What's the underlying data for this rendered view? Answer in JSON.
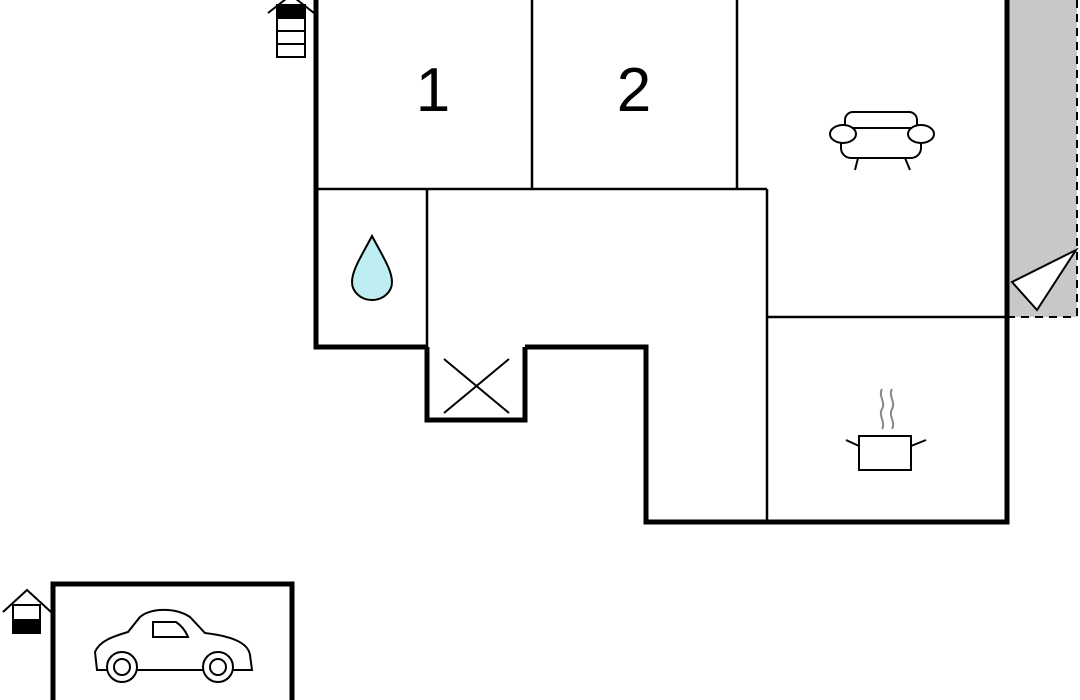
{
  "floorplan": {
    "rooms": [
      {
        "id": "bedroom-1",
        "label": "1",
        "icon": "bedroom"
      },
      {
        "id": "bedroom-2",
        "label": "2",
        "icon": "bedroom"
      },
      {
        "id": "living-room",
        "label": "",
        "icon": "sofa-icon"
      },
      {
        "id": "bathroom",
        "label": "",
        "icon": "water-drop-icon"
      },
      {
        "id": "hallway",
        "label": "",
        "icon": ""
      },
      {
        "id": "storage",
        "label": "",
        "icon": "cross-box-icon"
      },
      {
        "id": "kitchen",
        "label": "",
        "icon": "cooking-pot-icon"
      },
      {
        "id": "terrace",
        "label": "",
        "icon": "shaded-terrace"
      },
      {
        "id": "garage",
        "label": "",
        "icon": "car-icon"
      }
    ],
    "markers": [
      {
        "id": "house-floor-marker",
        "icon": "house-floors-icon"
      },
      {
        "id": "garage-house-marker",
        "icon": "house-ground-floor-icon"
      }
    ],
    "colors": {
      "wall": "#000000",
      "terrace": "#c8c8c8",
      "water": "#bfeef2",
      "steam": "#888888"
    }
  }
}
